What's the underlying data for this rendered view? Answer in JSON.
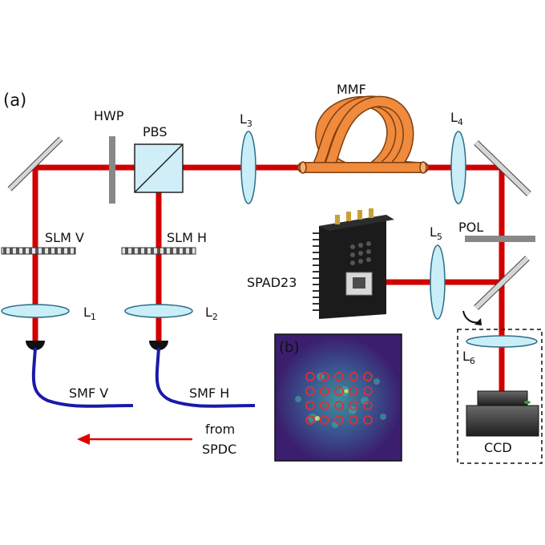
{
  "labels": {
    "panel_a": "(a)",
    "panel_b": "(b)",
    "hwp": "HWP",
    "pbs": "PBS",
    "l3": "L",
    "l3_sub": "3",
    "mmf": "MMF",
    "l4": "L",
    "l4_sub": "4",
    "slm_v": "SLM V",
    "slm_h": "SLM H",
    "l5": "L",
    "l5_sub": "5",
    "pol": "POL",
    "spad": "SPAD23",
    "l1": "L",
    "l1_sub": "1",
    "l2": "L",
    "l2_sub": "2",
    "l6": "L",
    "l6_sub": "6",
    "smf_v": "SMF V",
    "smf_h": "SMF H",
    "from": "from",
    "spdc": "SPDC",
    "ccd": "CCD"
  },
  "colors": {
    "beam": "#d10000",
    "fiber_mmf": "#f08a3c",
    "fiber_smf": "#1a1aa8",
    "lens": "#c9eef7",
    "lens_stroke": "#2b6f86",
    "mirror": "#bdbdbd",
    "pbs": "#cfeef7",
    "arrow": "#e00000",
    "speckle_bg": "#3b1f6e",
    "speckle_spot": "#3fb5a0",
    "detector_ring": "#e03030"
  },
  "icons": {
    "rotation_arrow": "curved-arrow-icon",
    "spad_camera": "spad-camera-icon",
    "ccd_camera": "ccd-camera-icon"
  }
}
